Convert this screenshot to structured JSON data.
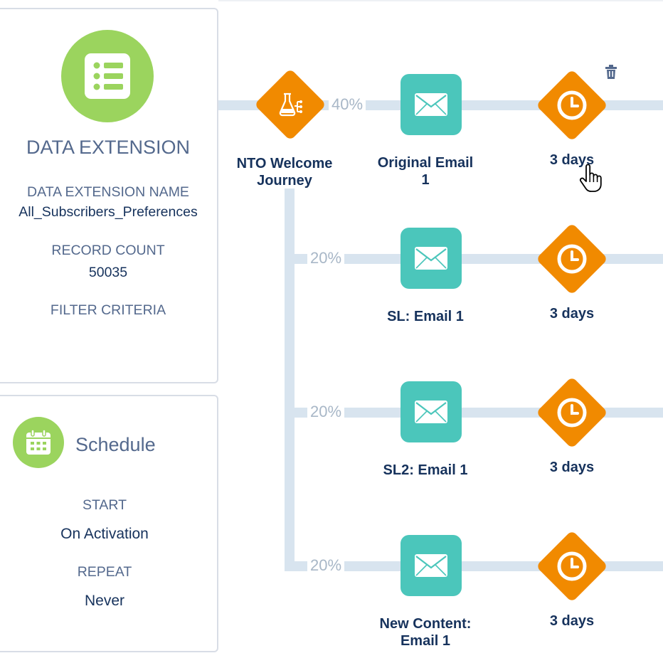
{
  "data_extension": {
    "title": "DATA EXTENSION",
    "name_label": "DATA EXTENSION NAME",
    "name_value": "All_Subscribers_Preferences",
    "count_label": "RECORD COUNT",
    "count_value": "50035",
    "filter_label": "FILTER CRITERIA"
  },
  "schedule": {
    "title": "Schedule",
    "start_label": "START",
    "start_value": "On Activation",
    "repeat_label": "REPEAT",
    "repeat_value": "Never"
  },
  "split": {
    "label_line1": "NTO Welcome",
    "label_line2": "Journey"
  },
  "paths": [
    {
      "percent": "40%",
      "email_line1": "Original Email",
      "email_line2": "1",
      "wait": "3 days"
    },
    {
      "percent": "20%",
      "email_line1": "SL: Email 1",
      "email_line2": "",
      "wait": "3 days"
    },
    {
      "percent": "20%",
      "email_line1": "SL2: Email 1",
      "email_line2": "",
      "wait": "3 days"
    },
    {
      "percent": "20%",
      "email_line1": "New Content:",
      "email_line2": "Email 1",
      "wait": "3 days"
    }
  ],
  "colors": {
    "accent_green": "#9bd45e",
    "email_teal": "#4bc6bb",
    "wait_orange": "#f18a00",
    "connector": "#d8e4ef"
  },
  "icons": {
    "data_extension": "list-icon",
    "schedule": "calendar-icon",
    "split": "flask-split-icon",
    "email": "envelope-icon",
    "wait": "clock-icon",
    "delete": "trash-icon",
    "cursor": "hand-pointer-icon"
  }
}
